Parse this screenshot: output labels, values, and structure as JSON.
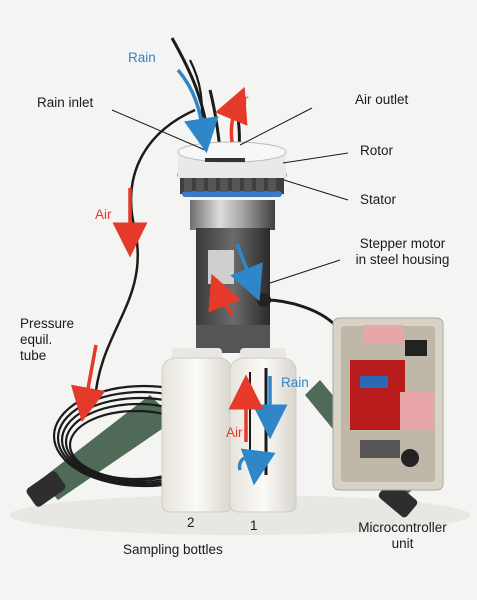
{
  "annotations": {
    "rain_top": "Rain",
    "air_top": "Air",
    "rain_inlet": "Rain inlet",
    "air_outlet": "Air outlet",
    "rotor": "Rotor",
    "stator": "Stator",
    "air_left": "Air",
    "stepper_motor": "Stepper motor\nin steel housing",
    "pressure_tube": "Pressure\nequil.\ntube",
    "rain_bottle": "Rain",
    "air_bottle": "Air",
    "bottle_2": "2",
    "bottle_1": "1",
    "sampling_bottles": "Sampling bottles",
    "microcontroller": "Microcontroller\nunit"
  },
  "colors": {
    "rain_arrow": "#2f86c8",
    "air_arrow": "#e53a2a",
    "background": "#f4f4f2",
    "tripod_legs": "#4f6a56"
  }
}
